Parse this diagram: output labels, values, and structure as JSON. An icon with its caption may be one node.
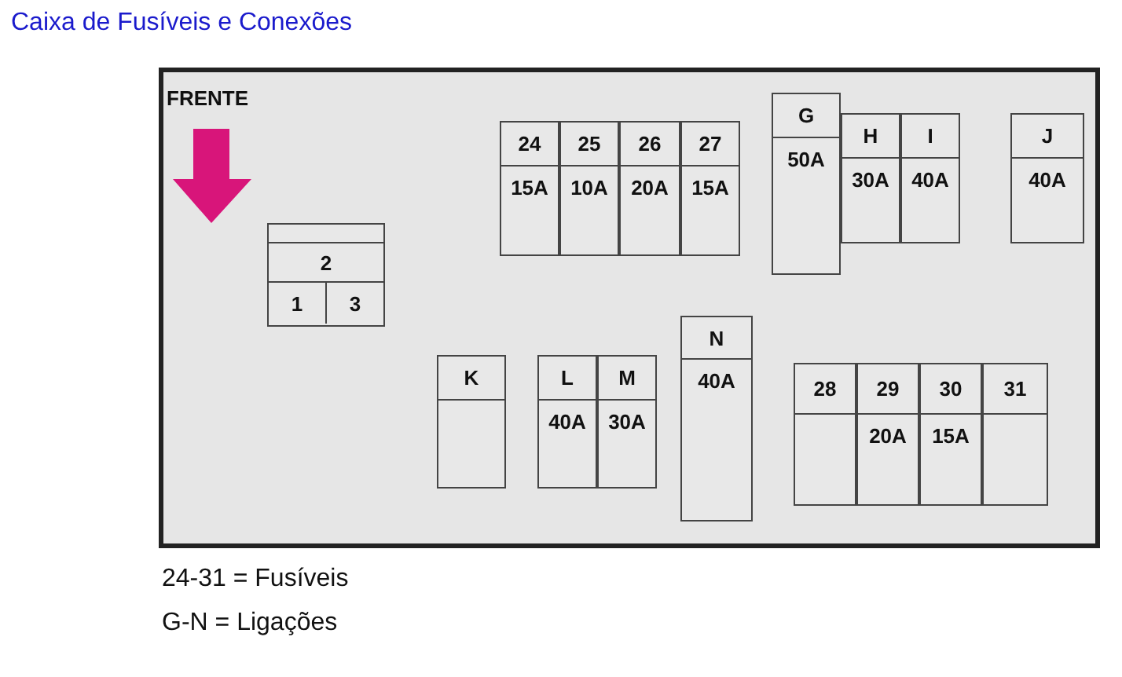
{
  "diagram": {
    "title": "Caixa de Fusíveis e Conexões",
    "nodes": [
      {
        "text": [],
        "shape": "box"
      },
      {
        "text": [
          "24",
          "15A"
        ],
        "in": 0
      },
      {
        "text": [
          "25",
          "10A"
        ],
        "in": 0
      },
      {
        "text": [
          "26",
          "20A"
        ],
        "in": 0
      },
      {
        "text": [
          "27",
          "15A"
        ],
        "in": 0
      },
      {
        "text": [
          "G",
          "50A"
        ],
        "in": 0
      },
      {
        "text": [
          "H",
          "30A"
        ],
        "in": 0
      },
      {
        "text": [
          "I",
          "40A"
        ],
        "in": 0
      },
      {
        "text": [
          "J",
          "40A"
        ],
        "in": 0
      },
      {
        "text": [
          "2",
          "1",
          "3"
        ],
        "in": 0
      },
      {
        "text": [
          "K"
        ],
        "in": 0
      },
      {
        "text": [
          "L",
          "40A"
        ],
        "in": 0
      },
      {
        "text": [
          "M",
          "30A"
        ],
        "in": 0
      },
      {
        "text": [
          "N",
          "40A"
        ],
        "in": 0
      },
      {
        "text": [
          "28"
        ],
        "in": 0
      },
      {
        "text": [
          "29",
          "20A"
        ],
        "in": 0
      },
      {
        "text": [
          "30",
          "15A"
        ],
        "in": 0
      },
      {
        "text": [
          "31"
        ],
        "in": 0
      }
    ],
    "edges": [],
    "labels": [
      "FRENTE",
      "24-31 = Fusíveis",
      "G-N = Ligações"
    ]
  }
}
